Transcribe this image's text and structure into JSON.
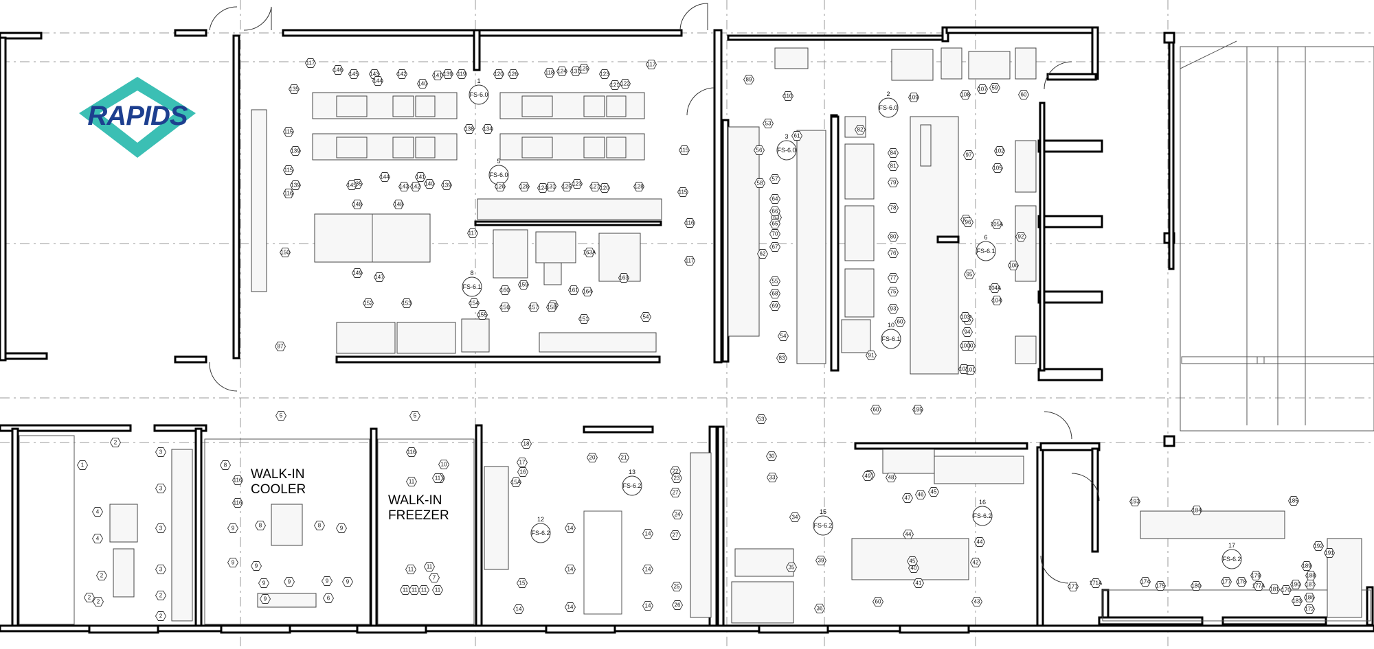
{
  "logo": {
    "text": "RAPIDS",
    "colors": {
      "diamond": "#3bbfb4",
      "text": "#1d3f8f"
    }
  },
  "rooms": [
    {
      "id": "walkin-cooler",
      "lines": [
        "WALK-IN",
        "COOLER"
      ]
    },
    {
      "id": "walkin-freezer",
      "lines": [
        "WALK-IN",
        "FREEZER"
      ]
    }
  ],
  "sections": [
    {
      "label": "FS-6.0",
      "num": "1"
    },
    {
      "label": "FS-6.0",
      "num": "5"
    },
    {
      "label": "FS-6.1",
      "num": "8"
    },
    {
      "label": "FS-6.0",
      "num": "2"
    },
    {
      "label": "FS-6.0",
      "num": "3"
    },
    {
      "label": "FS-6.1",
      "num": "6"
    },
    {
      "label": "FS-6.1",
      "num": "10"
    },
    {
      "label": "FS-6.2",
      "num": "13"
    },
    {
      "label": "FS-6.2",
      "num": "12"
    },
    {
      "label": "FS-6.2",
      "num": "15"
    },
    {
      "label": "FS-6.2",
      "num": "16"
    },
    {
      "label": "FS-6.2",
      "num": "17"
    }
  ],
  "equipment_tags": [
    "117",
    "146",
    "145",
    "143",
    "142",
    "140",
    "141",
    "139",
    "119",
    "120",
    "126",
    "118",
    "124",
    "131",
    "125",
    "123",
    "121",
    "122",
    "117",
    "135",
    "139",
    "144",
    "135",
    "138",
    "134",
    "115",
    "115",
    "116",
    "148",
    "148",
    "150",
    "149",
    "147",
    "116",
    "117",
    "139",
    "145",
    "144",
    "143",
    "142",
    "140",
    "141",
    "139",
    "126",
    "128",
    "131",
    "124",
    "125",
    "123",
    "127",
    "120",
    "128",
    "160",
    "159",
    "162",
    "161",
    "164",
    "163A",
    "163",
    "152",
    "153",
    "154",
    "155",
    "156",
    "157",
    "158",
    "151",
    "54",
    "87",
    "89",
    "110",
    "109",
    "108",
    "107",
    "59",
    "60",
    "53",
    "61",
    "56",
    "57",
    "58",
    "62",
    "63",
    "64",
    "66",
    "65",
    "70",
    "67",
    "55",
    "68",
    "69",
    "54",
    "83",
    "82",
    "84",
    "81",
    "79",
    "78",
    "80",
    "76",
    "77",
    "75",
    "93",
    "60",
    "91",
    "97",
    "91",
    "96",
    "95",
    "95",
    "94",
    "90",
    "101",
    "102",
    "105",
    "105A",
    "92",
    "106",
    "104A",
    "104",
    "103",
    "100",
    "102",
    "101",
    "115",
    "115",
    "116",
    "117",
    "2",
    "1",
    "3",
    "3",
    "3",
    "3",
    "4",
    "4",
    "2",
    "2",
    "2",
    "2",
    "2",
    "8",
    "116",
    "116",
    "9",
    "9",
    "8",
    "8",
    "9",
    "9",
    "9",
    "9",
    "6",
    "9",
    "9",
    "5",
    "5",
    "116",
    "10",
    "11",
    "116",
    "11",
    "9",
    "11",
    "11",
    "7",
    "11",
    "11",
    "11",
    "11",
    "18",
    "17",
    "16",
    "15A",
    "15",
    "14",
    "20",
    "21",
    "22",
    "23",
    "27",
    "24",
    "27",
    "25",
    "26",
    "14",
    "14",
    "14",
    "14",
    "14",
    "14",
    "53",
    "30",
    "33",
    "34",
    "35",
    "36",
    "39",
    "50",
    "49",
    "48",
    "47",
    "46",
    "45",
    "44",
    "43",
    "42",
    "40",
    "41",
    "44",
    "45",
    "60",
    "60",
    "195",
    "193",
    "184",
    "185",
    "192",
    "191",
    "189",
    "188",
    "187",
    "190",
    "183",
    "186",
    "172",
    "174",
    "175",
    "180",
    "177",
    "178",
    "179",
    "177A",
    "181",
    "170",
    "171",
    "171A"
  ],
  "colors": {
    "wall": "#000000",
    "line": "#555555",
    "dash": "#9a9a9a"
  }
}
